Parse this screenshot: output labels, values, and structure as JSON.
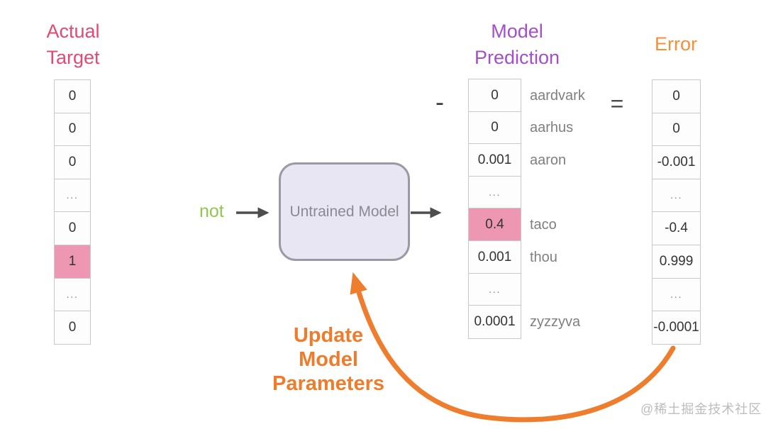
{
  "headers": {
    "actual_target": "Actual\nTarget",
    "model_prediction": "Model\nPrediction",
    "error": "Error"
  },
  "operators": {
    "minus": "-",
    "equals": "="
  },
  "flow": {
    "input_label": "not",
    "model_label": "Untrained Model",
    "update_label": "Update\nModel\nParameters"
  },
  "watermark": "@稀土掘金技术社区",
  "colors": {
    "actual_target_header": "#e04a73",
    "model_prediction_header": "#a34fca",
    "error_header": "#f2913a",
    "update_label": "#ee7c2b",
    "input_label": "#92c74f",
    "highlight_cell": "#ee97b2",
    "model_box_fill": "#e9e6f4",
    "model_box_border": "#9b99a3",
    "arrow_orange": "#ee7d2e",
    "arrow_dark": "#4d4d4d",
    "cell_border": "#c9c9c9"
  },
  "actual_target_column": {
    "cells": [
      {
        "value": "0"
      },
      {
        "value": "0"
      },
      {
        "value": "0"
      },
      {
        "value": "...",
        "dots": true
      },
      {
        "value": "0"
      },
      {
        "value": "1",
        "highlight": true
      },
      {
        "value": "...",
        "dots": true
      },
      {
        "value": "0"
      }
    ]
  },
  "prediction_column": {
    "rows": [
      {
        "value": "0",
        "word": "aardvark"
      },
      {
        "value": "0",
        "word": "aarhus"
      },
      {
        "value": "0.001",
        "word": "aaron"
      },
      {
        "value": "...",
        "word": "",
        "dots": true
      },
      {
        "value": "0.4",
        "word": "taco",
        "highlight": true
      },
      {
        "value": "0.001",
        "word": "thou"
      },
      {
        "value": "...",
        "word": "",
        "dots": true
      },
      {
        "value": "0.0001",
        "word": "zyzzyva"
      }
    ]
  },
  "error_column": {
    "cells": [
      {
        "value": "0"
      },
      {
        "value": "0"
      },
      {
        "value": "-0.001"
      },
      {
        "value": "...",
        "dots": true
      },
      {
        "value": "-0.4"
      },
      {
        "value": "0.999"
      },
      {
        "value": "...",
        "dots": true
      },
      {
        "value": "-0.0001"
      }
    ]
  }
}
